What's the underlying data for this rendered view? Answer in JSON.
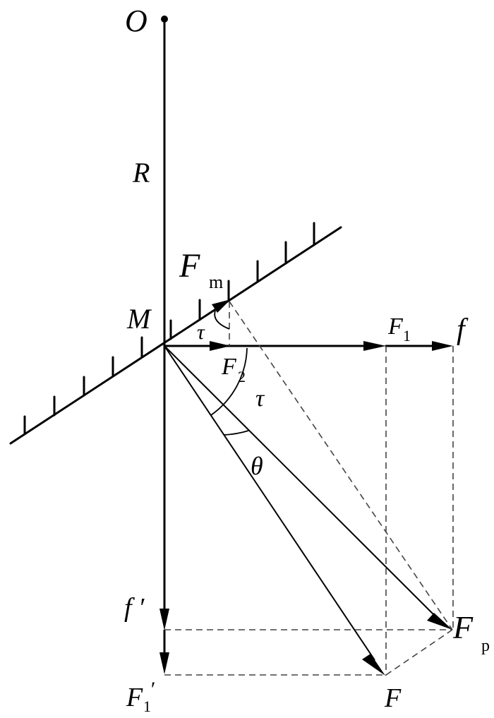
{
  "labels": {
    "O": "O",
    "R": "R",
    "M": "M",
    "Fm_main": "F",
    "Fm_sub": "m",
    "tau_top": "τ",
    "F1_main": "F",
    "F1_sub": "1",
    "f": "f",
    "F2_main": "F",
    "F2_sub": "2",
    "tau_mid": "τ",
    "theta": "θ",
    "f_prime": "f ′",
    "Fp_main": "F",
    "Fp_sub": "p",
    "F1p_main": "F",
    "F1p_sub": "1",
    "F1p_prime": "′",
    "F": "F"
  }
}
